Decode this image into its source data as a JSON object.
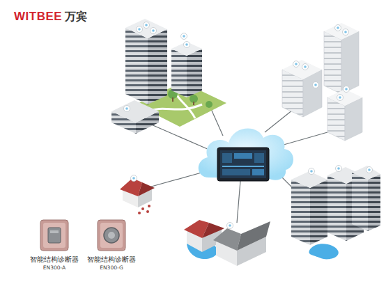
{
  "diagram": {
    "nodes": [
      {
        "text": [
          "智能结构诊断器",
          "EN300-A"
        ]
      },
      {
        "text": [
          "智能结构诊断器",
          "EN300-G"
        ]
      }
    ],
    "labels": [
      "WITBEE",
      "万宾"
    ]
  }
}
